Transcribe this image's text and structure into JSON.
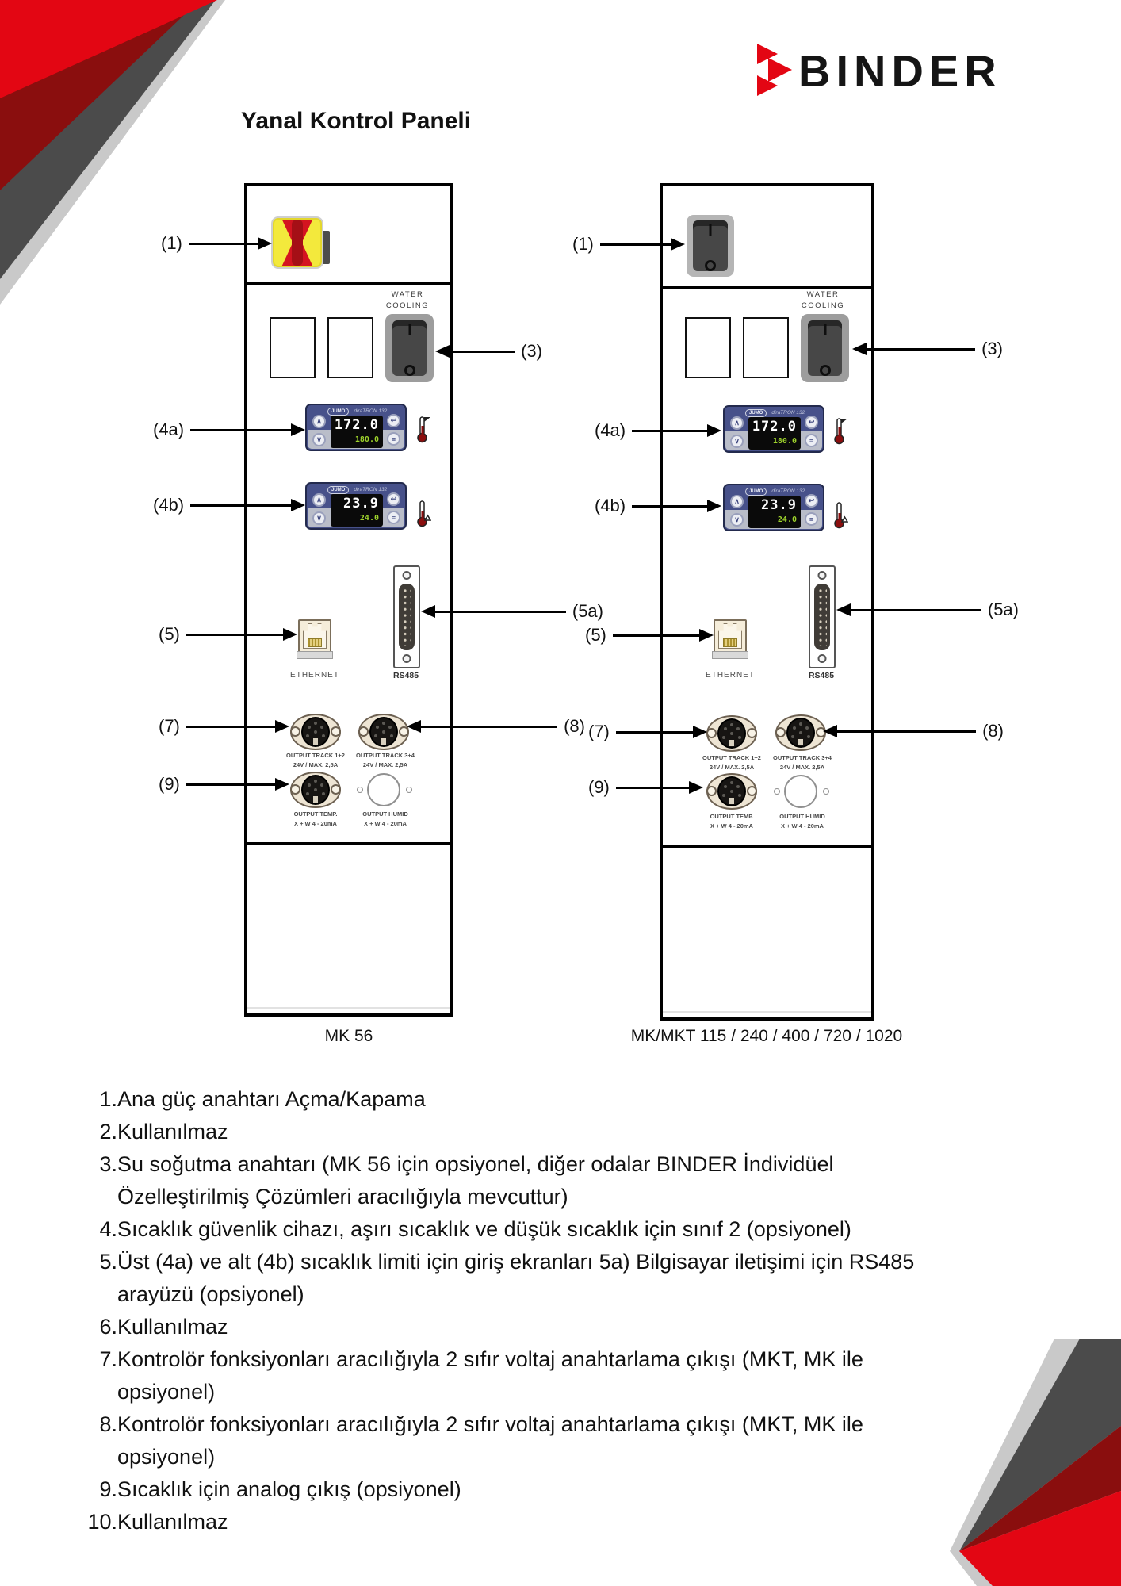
{
  "logo": {
    "brand": "BINDER",
    "icon": "triple-triangle"
  },
  "title": "Yanal Kontrol Paneli",
  "callouts": {
    "c1": "(1)",
    "c3": "(3)",
    "c4a": "(4a)",
    "c4b": "(4b)",
    "c5": "(5)",
    "c5a": "(5a)",
    "c7": "(7)",
    "c8": "(8)",
    "c9": "(9)"
  },
  "panel": {
    "water_line1": "WATER",
    "water_line2": "COOLING",
    "controller_brand": "JUMO",
    "controller_model": "diraTRON 132",
    "display_4a": {
      "pv": "172.0",
      "sv": "180.0"
    },
    "display_4b": {
      "pv": "23.9",
      "sv": "24.0"
    },
    "buttons": {
      "up": "∧",
      "down": "∨",
      "back": "↩",
      "menu": "≡"
    },
    "switch_marks": {
      "on": "I",
      "off": "O"
    },
    "ethernet_label": "ETHERNET",
    "rs485_label": "RS485",
    "out_track12_1": "OUTPUT TRACK 1+2",
    "out_track12_2": "24V / MAX. 2,5A",
    "out_track34_1": "OUTPUT TRACK 3+4",
    "out_track34_2": "24V / MAX. 2,5A",
    "out_temp_1": "OUTPUT TEMP.",
    "out_temp_2": "X + W 4 - 20mA",
    "out_humid_1": "OUTPUT HUMID",
    "out_humid_2": "X + W 4 - 20mA"
  },
  "captions": {
    "left": "MK 56",
    "right": "MK/MKT 115 / 240 / 400 / 720 / 1020"
  },
  "list": {
    "items": [
      {
        "num": "1.",
        "text": "Ana güç anahtarı Açma/Kapama"
      },
      {
        "num": "2.",
        "text": "Kullanılmaz"
      },
      {
        "num": "3.",
        "text": "Su soğutma anahtarı (MK 56 için opsiyonel, diğer odalar BINDER İndividüel\nÖzelleştirilmiş Çözümleri aracılığıyla mevcuttur)"
      },
      {
        "num": "4.",
        "text": "Sıcaklık güvenlik cihazı, aşırı sıcaklık ve düşük sıcaklık için sınıf 2 (opsiyonel)"
      },
      {
        "num": "5.",
        "text": "Üst (4a) ve alt (4b) sıcaklık limiti için giriş ekranları 5a) Bilgisayar iletişimi için RS485\narayüzü (opsiyonel)"
      },
      {
        "num": "6.",
        "text": "Kullanılmaz"
      },
      {
        "num": "7.",
        "text": "Kontrolör fonksiyonları aracılığıyla 2 sıfır voltaj anahtarlama çıkışı (MKT, MK ile\nopsiyonel)"
      },
      {
        "num": "8.",
        "text": "Kontrolör fonksiyonları aracılığıyla 2 sıfır voltaj anahtarlama çıkışı (MKT, MK ile\nopsiyonel)"
      },
      {
        "num": "9.",
        "text": "Sıcaklık için analog çıkış (opsiyonel)"
      },
      {
        "num": "10.",
        "text": "Kullanılmaz"
      }
    ]
  },
  "colors": {
    "brand_red": "#e30613",
    "dark_red": "#8a0e0e",
    "dark_gray": "#4b4b4b",
    "light_gray": "#c9c9c9",
    "controller_bezel": "#47518a",
    "display_green": "#9ed32c",
    "switch_yellow": "#f3e93c",
    "knob_red": "#d41420"
  }
}
